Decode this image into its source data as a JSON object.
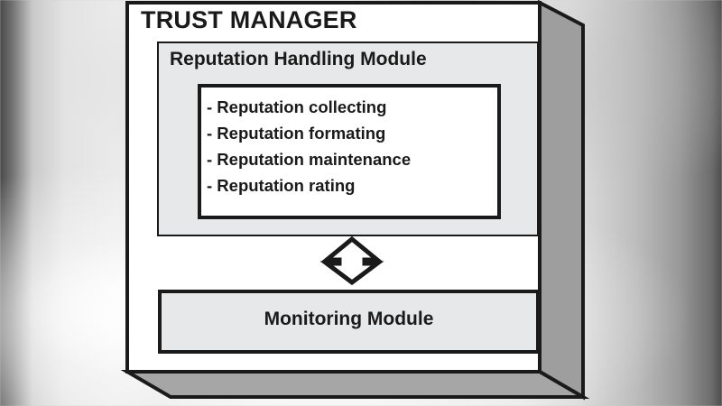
{
  "diagram": {
    "title": "TRUST MANAGER",
    "container_shape": "3d-box",
    "colors": {
      "front_face": "#ffffff",
      "side_face": "#9e9e9e",
      "bottom_face": "#a6a6a6",
      "module_fill": "#e7e8e9",
      "inner_fill": "#ffffff",
      "stroke": "#1a1a1a",
      "text": "#1a1a1a"
    },
    "modules": [
      {
        "id": "reputation-handling-module",
        "label": "Reputation Handling Module",
        "items": [
          "- Reputation collecting",
          "- Reputation formating",
          "- Reputation maintenance",
          "- Reputation rating"
        ]
      },
      {
        "id": "monitoring-module",
        "label": "Monitoring Module",
        "items": []
      }
    ],
    "connector": {
      "id": "bidirectional-arrow",
      "type": "double-headed-vertical-arrow",
      "from": "reputation-handling-module",
      "to": "monitoring-module",
      "fill": "#ffffff",
      "stroke": "#1a1a1a"
    }
  }
}
